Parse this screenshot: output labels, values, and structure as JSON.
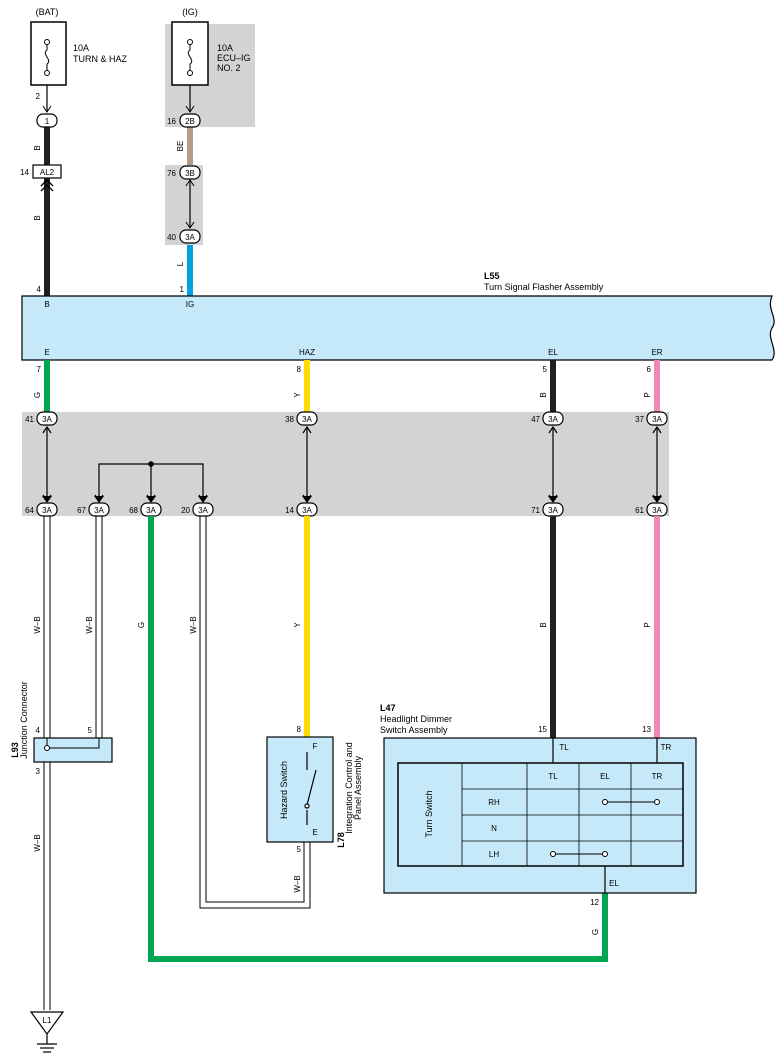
{
  "sources": {
    "bat": {
      "label": "(BAT)",
      "fuse_amp": "10A",
      "fuse_name": "TURN & HAZ",
      "pin": "2"
    },
    "ig": {
      "label": "(IG)",
      "fuse_amp": "10A",
      "fuse_name_1": "ECU–IG",
      "fuse_name_2": "NO. 2",
      "pin": "16",
      "connector": "2B"
    }
  },
  "upper_wires": {
    "bat_conn": "1",
    "bat_wire_1": "B",
    "al2_pin": "14",
    "al2_label": "AL2",
    "bat_wire_2": "B",
    "ig_wire_1": "BE",
    "ig_c76_pin": "76",
    "ig_c76": "3B",
    "ig_c40_pin": "40",
    "ig_c40": "3A",
    "ig_wire_2": "L"
  },
  "flasher": {
    "code": "L55",
    "name": "Turn Signal Flasher Assembly",
    "pin_b": "4",
    "label_b": "B",
    "pin_ig": "1",
    "label_ig": "IG",
    "bottom_pins": [
      {
        "terminal": "E",
        "pin": "7",
        "wire": "G",
        "color": "#00a651"
      },
      {
        "terminal": "HAZ",
        "pin": "8",
        "wire": "Y",
        "color": "#ffdd00"
      },
      {
        "terminal": "EL",
        "pin": "5",
        "wire": "B",
        "color": "#231f20"
      },
      {
        "terminal": "ER",
        "pin": "6",
        "wire": "P",
        "color": "#f287b7"
      }
    ]
  },
  "junction_block": {
    "top": [
      {
        "pin": "41",
        "conn": "3A"
      },
      {
        "pin": "38",
        "conn": "3A"
      },
      {
        "pin": "47",
        "conn": "3A"
      },
      {
        "pin": "37",
        "conn": "3A"
      }
    ],
    "bottom": [
      {
        "pin": "64",
        "conn": "3A"
      },
      {
        "pin": "67",
        "conn": "3A"
      },
      {
        "pin": "68",
        "conn": "3A"
      },
      {
        "pin": "20",
        "conn": "3A"
      },
      {
        "pin": "14",
        "conn": "3A"
      },
      {
        "pin": "71",
        "conn": "3A"
      },
      {
        "pin": "61",
        "conn": "3A"
      }
    ]
  },
  "lower_wires": {
    "w64": "W–B",
    "w67": "W–B",
    "w68": "G",
    "w20": "W–B",
    "w14": "Y",
    "w71": "B",
    "w61": "P",
    "ground_w": "W–B",
    "hazard_out_w": "W–B",
    "dimmer_out_w": "G"
  },
  "junction_connector": {
    "code": "L93",
    "name": "Junction Connector",
    "pin_4": "4",
    "pin_5": "5",
    "pin_3": "3"
  },
  "integration_panel": {
    "code": "L78",
    "name_1": "Integration Control and",
    "name_2": "Panel Assembly",
    "switch_name": "Hazard Switch",
    "pin_f": "8",
    "label_f": "F",
    "pin_e": "5",
    "label_e": "E"
  },
  "dimmer": {
    "code": "L47",
    "name_1": "Headlight Dimmer",
    "name_2": "Switch Assembly",
    "pin_tl": "15",
    "label_tl": "TL",
    "pin_tr": "13",
    "label_tr": "TR",
    "pin_el": "12",
    "label_el": "EL",
    "switch_name": "Turn Switch",
    "table_headers": [
      "TL",
      "EL",
      "TR"
    ],
    "table_rows": [
      "RH",
      "N",
      "LH"
    ]
  },
  "ground": {
    "label": "L1"
  }
}
